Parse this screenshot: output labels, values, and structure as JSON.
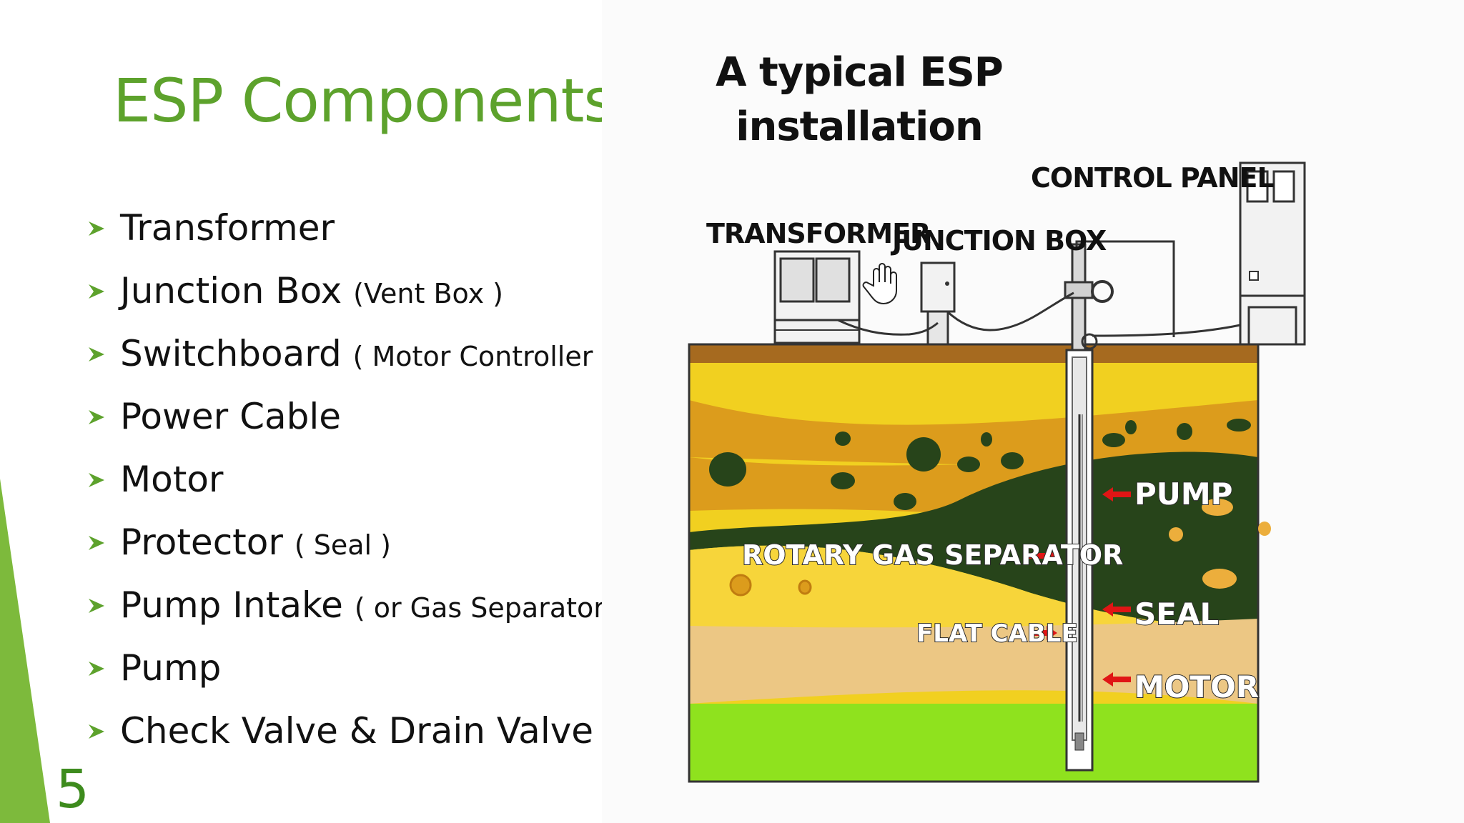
{
  "slide": {
    "title": "ESP Components",
    "number": "5",
    "accent_color": "#7dba3c",
    "title_color": "#5da22c"
  },
  "bullets": [
    {
      "text": "Transformer",
      "note": ""
    },
    {
      "text": "Junction Box",
      "note": "(Vent Box )"
    },
    {
      "text": "Switchboard",
      "note": "( Motor Controller )"
    },
    {
      "text": "Power Cable",
      "note": ""
    },
    {
      "text": "Motor",
      "note": ""
    },
    {
      "text": "Protector",
      "note": "( Seal )"
    },
    {
      "text": "Pump Intake",
      "note": "( or Gas Separator )"
    },
    {
      "text": "Pump",
      "note": ""
    },
    {
      "text": "Check Valve & Drain Valve",
      "note": ""
    }
  ],
  "bullet_icon": "chevron-arrow-icon",
  "diagram": {
    "title_line1": "A typical ESP",
    "title_line2": "installation",
    "labels": {
      "transformer": "TRANSFORMER",
      "junction_box": "JUNCTION BOX",
      "control_panel": "CONTROL PANEL",
      "pump": "PUMP",
      "rotary_gas_separator": "ROTARY GAS SEPARATOR",
      "seal": "SEAL",
      "flat_cable": "FLAT CABLE",
      "motor": "MOTOR"
    },
    "colors": {
      "surface": "#a66a1f",
      "yellow_layer": "#f1d020",
      "orange_layer": "#dc9c1c",
      "dark_layer": "#27441a",
      "tan_layer": "#ecc784",
      "green_base": "#8fe21e",
      "arrow": "#e01515"
    }
  }
}
